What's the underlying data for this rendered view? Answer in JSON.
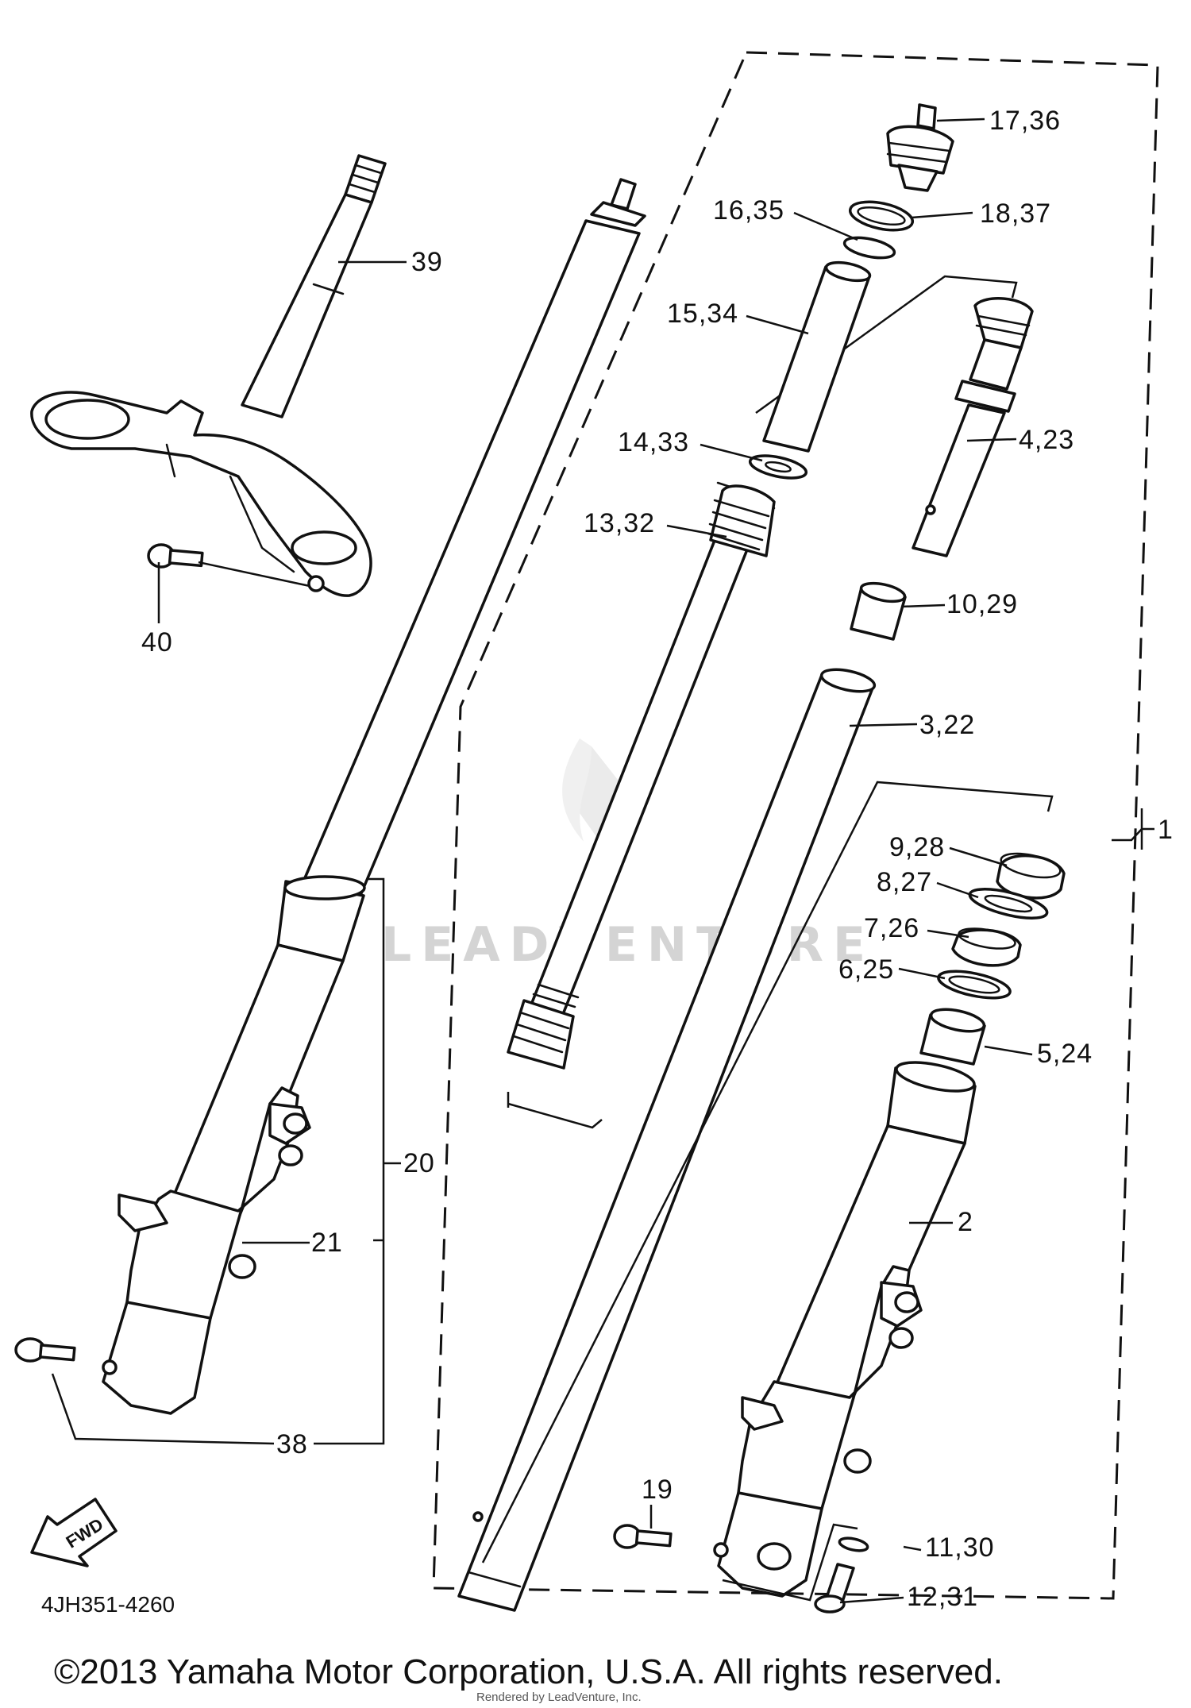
{
  "diagram_code": "4JH351-4260",
  "fwd_label": "FWD",
  "watermark": "LEADVENTURE",
  "copyright": "©2013 Yamaha Motor Corporation, U.S.A. All rights reserved.",
  "rendered_by": "Rendered by LeadVenture, Inc.",
  "callouts": {
    "c1": "1",
    "c2": "2",
    "c3": "3,22",
    "c4": "4,23",
    "c5": "5,24",
    "c6": "6,25",
    "c7": "7,26",
    "c8": "8,27",
    "c9": "9,28",
    "c10": "10,29",
    "c11": "11,30",
    "c12": "12,31",
    "c13": "13,32",
    "c14": "14,33",
    "c15": "15,34",
    "c16": "16,35",
    "c17": "17,36",
    "c18": "18,37",
    "c19": "19",
    "c20": "20",
    "c21": "21",
    "c38": "38",
    "c39": "39",
    "c40": "40"
  }
}
